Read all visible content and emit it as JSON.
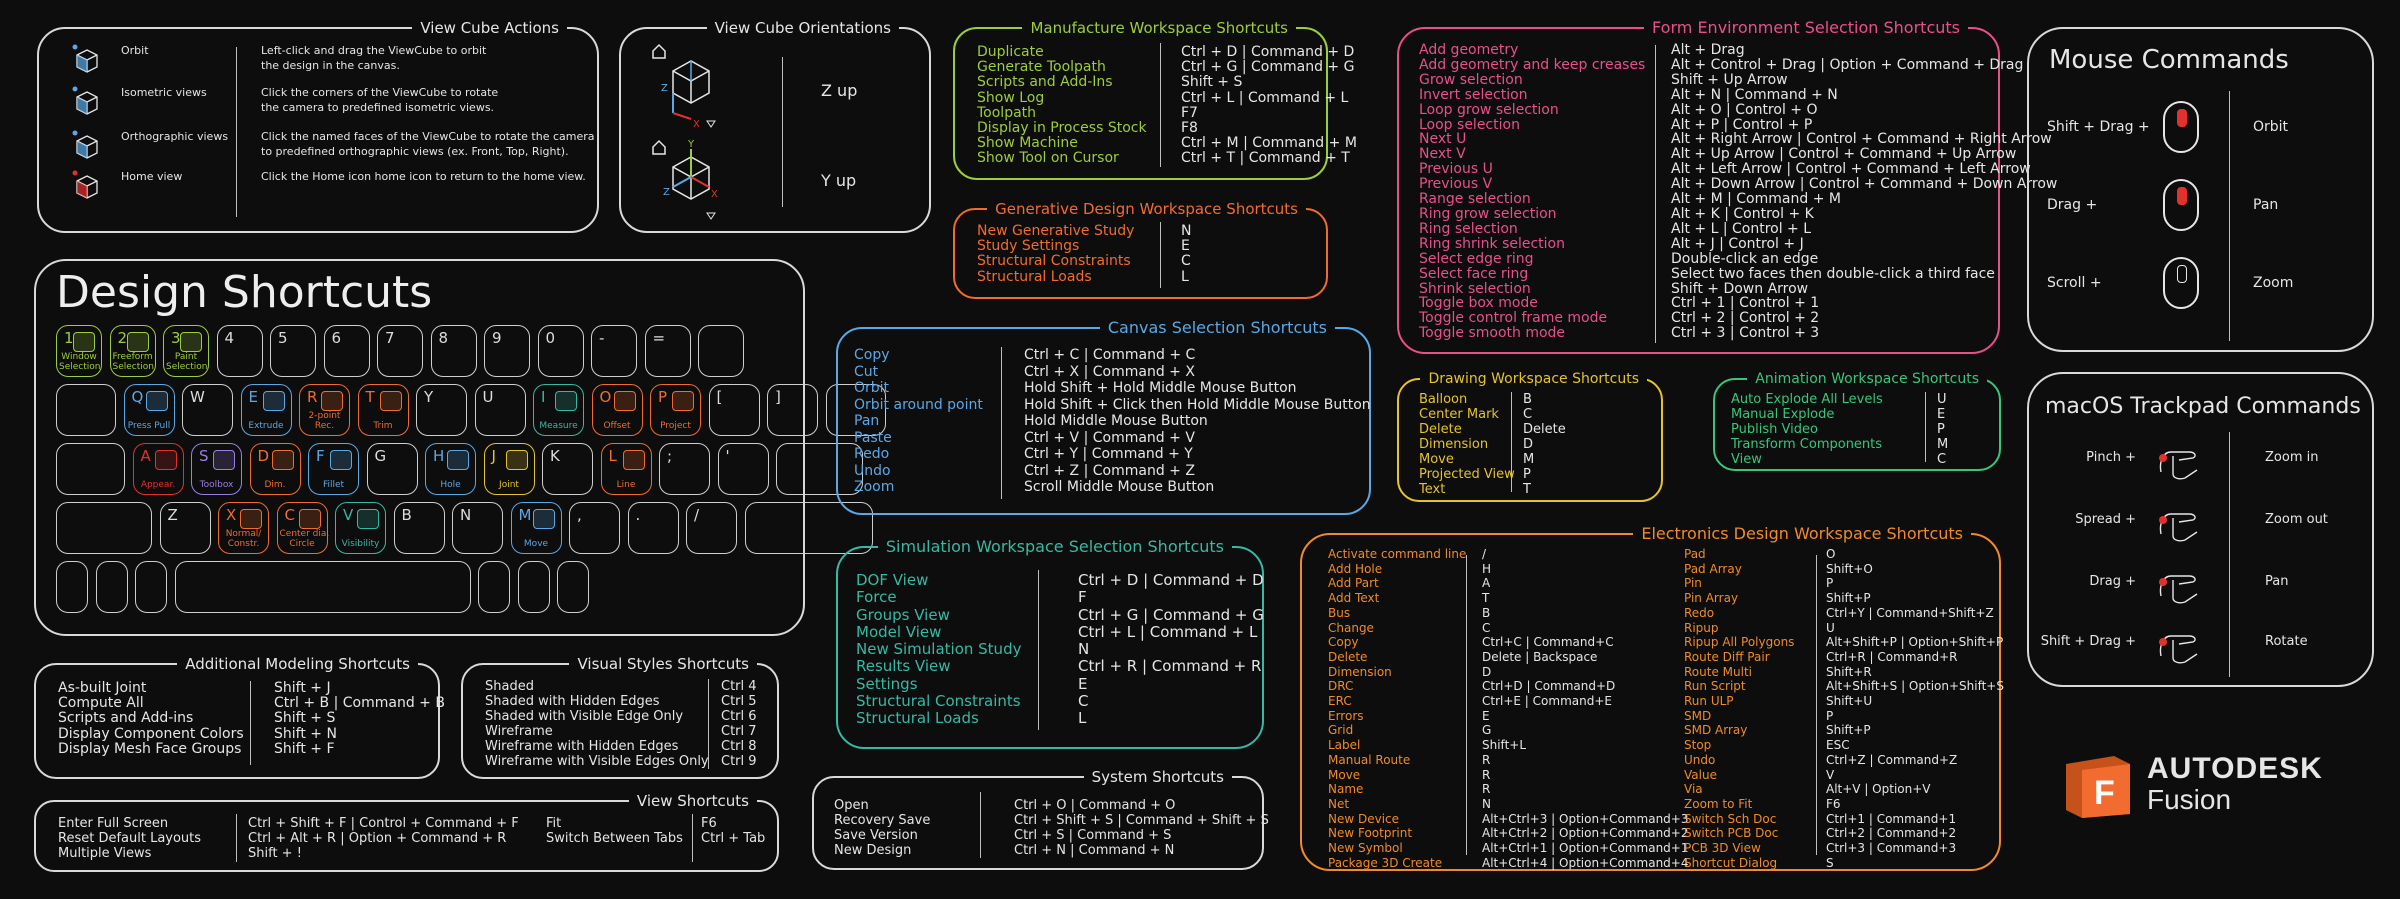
{
  "colors": {
    "green": "#9ccd3c",
    "orange": "#f26b2f",
    "blue": "#5aa8e6",
    "pink": "#e8508a",
    "yellow": "#e5c32d",
    "teal": "#36b9a5",
    "purple": "#9b7fe0",
    "red": "#e3312e",
    "white": "#e6e6e6"
  },
  "viewcube_actions": {
    "title": "View Cube Actions",
    "items": [
      {
        "name": "Orbit",
        "desc": "Left-click and drag the ViewCube to orbit\nthe design in the canvas."
      },
      {
        "name": "Isometric views",
        "desc": "Click the corners of the ViewCube to rotate\nthe camera to predefined isometric views."
      },
      {
        "name": "Orthographic views",
        "desc": "Click the named faces of the ViewCube to rotate the camera\nto predefined orthographic views (ex. Front, Top, Right)."
      },
      {
        "name": "Home view",
        "desc": "Click the Home icon home icon to return to the home view."
      }
    ]
  },
  "viewcube_orientations": {
    "title": "View Cube Orientations",
    "zup": "Z up",
    "yup": "Y up",
    "axis_x": "X",
    "axis_y": "Y",
    "axis_z": "Z"
  },
  "design": {
    "title": "Design Shortcuts",
    "row1": [
      {
        "k": "1",
        "lab": "Window\nSelection",
        "c": "green"
      },
      {
        "k": "2",
        "lab": "Freeform\nSelection",
        "c": "green"
      },
      {
        "k": "3",
        "lab": "Paint\nSelection",
        "c": "green"
      },
      {
        "k": "4"
      },
      {
        "k": "5"
      },
      {
        "k": "6"
      },
      {
        "k": "7"
      },
      {
        "k": "8"
      },
      {
        "k": "9"
      },
      {
        "k": "0"
      },
      {
        "k": "-"
      },
      {
        "k": "="
      },
      {
        "k": ""
      }
    ],
    "row2": [
      {
        "k": ""
      },
      {
        "k": "Q",
        "lab": "Press Pull",
        "c": "blue"
      },
      {
        "k": "W"
      },
      {
        "k": "E",
        "lab": "Extrude",
        "c": "blue"
      },
      {
        "k": "R",
        "lab": "2-point\nRec.",
        "c": "orange"
      },
      {
        "k": "T",
        "lab": "Trim",
        "c": "orange"
      },
      {
        "k": "Y"
      },
      {
        "k": "U"
      },
      {
        "k": "I",
        "lab": "Measure",
        "c": "teal"
      },
      {
        "k": "O",
        "lab": "Offset",
        "c": "orange"
      },
      {
        "k": "P",
        "lab": "Project",
        "c": "orange"
      },
      {
        "k": "["
      },
      {
        "k": "]"
      },
      {
        "k": ""
      }
    ],
    "row3": [
      {
        "k": ""
      },
      {
        "k": "A",
        "lab": "Appear.",
        "c": "red"
      },
      {
        "k": "S",
        "lab": "Toolbox",
        "c": "purple"
      },
      {
        "k": "D",
        "lab": "Dim.",
        "c": "orange"
      },
      {
        "k": "F",
        "lab": "Fillet",
        "c": "blue"
      },
      {
        "k": "G"
      },
      {
        "k": "H",
        "lab": "Hole",
        "c": "blue"
      },
      {
        "k": "J",
        "lab": "Joint",
        "c": "yellow"
      },
      {
        "k": "K"
      },
      {
        "k": "L",
        "lab": "Line",
        "c": "orange"
      },
      {
        "k": ";"
      },
      {
        "k": "'"
      },
      {
        "k": ""
      }
    ],
    "row4": [
      {
        "k": ""
      },
      {
        "k": "Z"
      },
      {
        "k": "X",
        "lab": "Normal/\nConstr.",
        "c": "orange"
      },
      {
        "k": "C",
        "lab": "Center dia.\nCircle",
        "c": "orange"
      },
      {
        "k": "V",
        "lab": "Visibility",
        "c": "teal"
      },
      {
        "k": "B"
      },
      {
        "k": "N"
      },
      {
        "k": "M",
        "lab": "Move",
        "c": "blue"
      },
      {
        "k": ","
      },
      {
        "k": "."
      },
      {
        "k": "/"
      },
      {
        "k": ""
      }
    ],
    "row5": [
      {
        "k": ""
      },
      {
        "k": ""
      },
      {
        "k": ""
      },
      {
        "k": ""
      },
      {
        "k": ""
      },
      {
        "k": ""
      },
      {
        "k": ""
      }
    ]
  },
  "additional": {
    "title": "Additional Modeling Shortcuts",
    "names": [
      "As-built Joint",
      "Compute All",
      "Scripts and Add-ins",
      "Display Component Colors",
      "Display Mesh Face Groups"
    ],
    "keys": [
      "Shift + J",
      "Ctrl + B | Command + B",
      "Shift + S",
      "Shift + N",
      "Shift + F"
    ]
  },
  "visual": {
    "title": "Visual Styles Shortcuts",
    "names": [
      "Shaded",
      "Shaded with Hidden Edges",
      "Shaded with Visible Edge Only",
      "Wireframe",
      "Wireframe with Hidden Edges",
      "Wireframe with Visible Edges Only"
    ],
    "keys": [
      "Ctrl 4",
      "Ctrl 5",
      "Ctrl 6",
      "Ctrl 7",
      "Ctrl 8",
      "Ctrl 9"
    ]
  },
  "view": {
    "title": "View Shortcuts",
    "names": [
      "Enter Full Screen",
      "Reset Default Layouts",
      "Multiple Views"
    ],
    "keys": [
      "Ctrl + Shift + F | Control + Command + F",
      "Ctrl + Alt + R | Option + Command + R",
      "Shift + !"
    ],
    "names2": [
      "Fit",
      "Switch Between Tabs"
    ],
    "keys2": [
      "F6",
      "Ctrl + Tab"
    ]
  },
  "manufacture": {
    "title": "Manufacture Workspace Shortcuts",
    "names": [
      "Duplicate",
      "Generate Toolpath",
      "Scripts and Add-Ins",
      "Show Log",
      "Toolpath",
      "Display in Process Stock",
      "Show Machine",
      "Show Tool on Cursor"
    ],
    "keys": [
      "Ctrl + D | Command + D",
      "Ctrl + G | Command + G",
      "Shift + S",
      "Ctrl + L | Command + L",
      "F7",
      "F8",
      "Ctrl + M | Command + M",
      "Ctrl + T | Command + T"
    ]
  },
  "generative": {
    "title": "Generative Design Workspace Shortcuts",
    "names": [
      "New Generative Study",
      "Study Settings",
      "Structural Constraints",
      "Structural Loads"
    ],
    "keys": [
      "N",
      "E",
      "C",
      "L"
    ]
  },
  "canvas": {
    "title": "Canvas Selection Shortcuts",
    "names": [
      "Copy",
      "Cut",
      "Orbit",
      "Orbit around point",
      "Pan",
      "Paste",
      "Redo",
      "Undo",
      "Zoom"
    ],
    "keys": [
      "Ctrl + C | Command + C",
      "Ctrl + X | Command + X",
      "Hold Shift + Hold Middle Mouse Button",
      "Hold Shift + Click then Hold Middle Mouse Button",
      "Hold Middle Mouse Button",
      "Ctrl + V | Command + V",
      "Ctrl + Y | Command + Y",
      "Ctrl + Z | Command + Z",
      "Scroll Middle Mouse Button"
    ]
  },
  "simulation": {
    "title": "Simulation Workspace Selection Shortcuts",
    "names": [
      "DOF View",
      "Force",
      "Groups View",
      "Model View",
      "New Simulation Study",
      "Results View",
      "Settings",
      "Structural Constraints",
      "Structural Loads"
    ],
    "keys": [
      "Ctrl + D | Command + D",
      "F",
      "Ctrl + G | Command + G",
      "Ctrl + L | Command + L",
      "N",
      "Ctrl + R | Command + R",
      "E",
      "C",
      "L"
    ]
  },
  "system": {
    "title": "System Shortcuts",
    "names": [
      "Open",
      "Recovery Save",
      "Save Version",
      "New Design"
    ],
    "keys": [
      "Ctrl + O | Command + O",
      "Ctrl + Shift + S | Command + Shift + S",
      "Ctrl + S | Command + S",
      "Ctrl + N | Command + N"
    ]
  },
  "form": {
    "title": "Form Environment Selection Shortcuts",
    "names": [
      "Add geometry",
      "Add geometry and keep creases",
      "Grow selection",
      "Invert selection",
      "Loop grow selection",
      "Loop selection",
      "Next U",
      "Next V",
      "Previous U",
      "Previous V",
      "Range selection",
      "Ring grow selection",
      "Ring selection",
      "Ring shrink selection",
      "Select edge ring",
      "Select face ring",
      "Shrink selection",
      "Toggle box mode",
      "Toggle control frame mode",
      "Toggle smooth mode"
    ],
    "keys": [
      "Alt + Drag",
      "Alt + Control + Drag | Option + Command + Drag",
      "Shift + Up Arrow",
      "Alt + N | Command + N",
      "Alt + O | Control + O",
      "Alt + P | Control + P",
      "Alt + Right Arrow | Control + Command + Right Arrow",
      "Alt + Up Arrow | Control + Command + Up Arrow",
      "Alt + Left Arrow | Control + Command + Left Arrow",
      "Alt + Down Arrow | Control + Command + Down Arrow",
      "Alt + M | Command + M",
      "Alt + K | Control + K",
      "Alt + L | Control + L",
      "Alt + J | Control + J",
      "Double-click an edge",
      "Select two faces then double-click a third face",
      "Shift + Down Arrow",
      "Ctrl + 1 | Control + 1",
      "Ctrl + 2 | Control + 2",
      "Ctrl + 3 | Control + 3"
    ]
  },
  "drawing": {
    "title": "Drawing Workspace Shortcuts",
    "names": [
      "Balloon",
      "Center Mark",
      "Delete",
      "Dimension",
      "Move",
      "Projected View",
      "Text"
    ],
    "keys": [
      "B",
      "C",
      "Delete",
      "D",
      "M",
      "P",
      "T"
    ]
  },
  "animation": {
    "title": "Animation Workspace Shortcuts",
    "names": [
      "Auto Explode All Levels",
      "Manual Explode",
      "Publish Video",
      "Transform Components",
      "View"
    ],
    "keys": [
      "U",
      "E",
      "P",
      "M",
      "C"
    ]
  },
  "electronics": {
    "title": "Electronics Design Workspace Shortcuts",
    "names1": [
      "Activate command line",
      "Add Hole",
      "Add Part",
      "Add Text",
      "Bus",
      "Change",
      "Copy",
      "Delete",
      "Dimension",
      "DRC",
      "ERC",
      "Errors",
      "Grid",
      "Label",
      "Manual Route",
      "Move",
      "Name",
      "Net",
      "New Device",
      "New Footprint",
      "New Symbol",
      "Package 3D Create"
    ],
    "keys1": [
      "/",
      "H",
      "A",
      "T",
      "B",
      "C",
      "Ctrl+C | Command+C",
      "Delete | Backspace",
      "D",
      "Ctrl+D | Command+D",
      "Ctrl+E | Command+E",
      "E",
      "G",
      "Shift+L",
      "R",
      "R",
      "R",
      "N",
      "Alt+Ctrl+3 | Option+Command+3",
      "Alt+Ctrl+2 | Option+Command+2",
      "Alt+Ctrl+1 | Option+Command+1",
      "Alt+Ctrl+4 | Option+Command+4"
    ],
    "names2": [
      "Pad",
      "Pad Array",
      "Pin",
      "Pin Array",
      "Redo",
      "Ripup",
      "Ripup All Polygons",
      "Route Diff Pair",
      "Route Multi",
      "Run Script",
      "Run ULP",
      "SMD",
      "SMD Array",
      "Stop",
      "Undo",
      "Value",
      "Via",
      "Zoom to Fit",
      "Switch Sch Doc",
      "Switch PCB Doc",
      "PCB 3D View",
      "Shortcut Dialog"
    ],
    "keys2": [
      "O",
      "Shift+O",
      "P",
      "Shift+P",
      "Ctrl+Y | Command+Shift+Z",
      "U",
      "Alt+Shift+P | Option+Shift+P",
      "Ctrl+R | Command+R",
      "Shift+R",
      "Alt+Shift+S | Option+Shift+S",
      "Shift+U",
      "P",
      "Shift+P",
      "ESC",
      "Ctrl+Z | Command+Z",
      "V",
      "Alt+V | Option+V",
      "F6",
      "Ctrl+1 | Command+1",
      "Ctrl+2 | Command+2",
      "Ctrl+3 | Command+3",
      "S"
    ]
  },
  "mouse": {
    "title": "Mouse Commands",
    "rows": [
      {
        "mod": "Shift + Drag +",
        "act": "Orbit"
      },
      {
        "mod": "Drag +",
        "act": "Pan"
      },
      {
        "mod": "Scroll +",
        "act": "Zoom"
      }
    ]
  },
  "trackpad": {
    "title": "macOS Trackpad Commands",
    "rows": [
      {
        "mod": "Pinch +",
        "act": "Zoom in"
      },
      {
        "mod": "Spread +",
        "act": "Zoom out"
      },
      {
        "mod": "Drag +",
        "act": "Pan"
      },
      {
        "mod": "Shift + Drag +",
        "act": "Rotate"
      }
    ]
  },
  "brand": {
    "line1": "AUTODESK",
    "line2": "Fusion",
    "logo_letter": "F"
  }
}
